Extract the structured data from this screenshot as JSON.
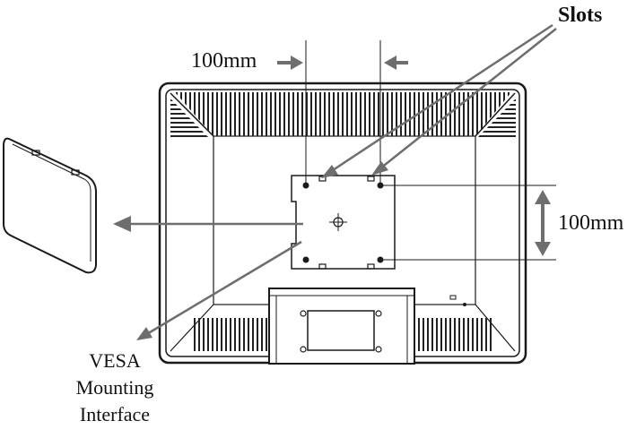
{
  "labels": {
    "slots": "Slots",
    "horizontal_spacing": "100mm",
    "vertical_spacing": "100mm",
    "vesa_line1": "VESA",
    "vesa_line2": "Mounting",
    "vesa_line3": "Interface"
  },
  "colors": {
    "outline": "#1a1a1a",
    "arrow": "#6e6e6e",
    "vent": "#222222",
    "background": "#ffffff"
  }
}
